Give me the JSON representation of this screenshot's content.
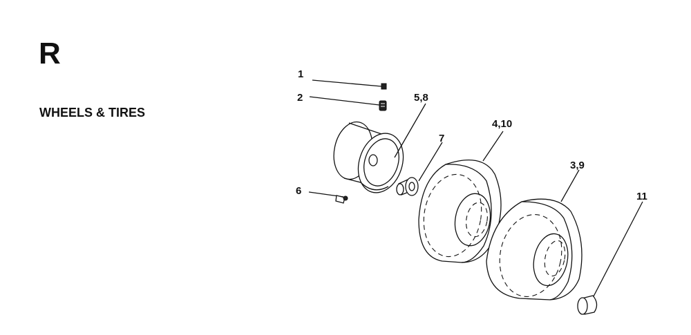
{
  "header": {
    "section_letter": "R",
    "section_title": "WHEELS & TIRES"
  },
  "callouts": {
    "c1": "1",
    "c2": "2",
    "c3_9": "3,9",
    "c4_10": "4,10",
    "c5_8": "5,8",
    "c6": "6",
    "c7": "7",
    "c11": "11"
  }
}
